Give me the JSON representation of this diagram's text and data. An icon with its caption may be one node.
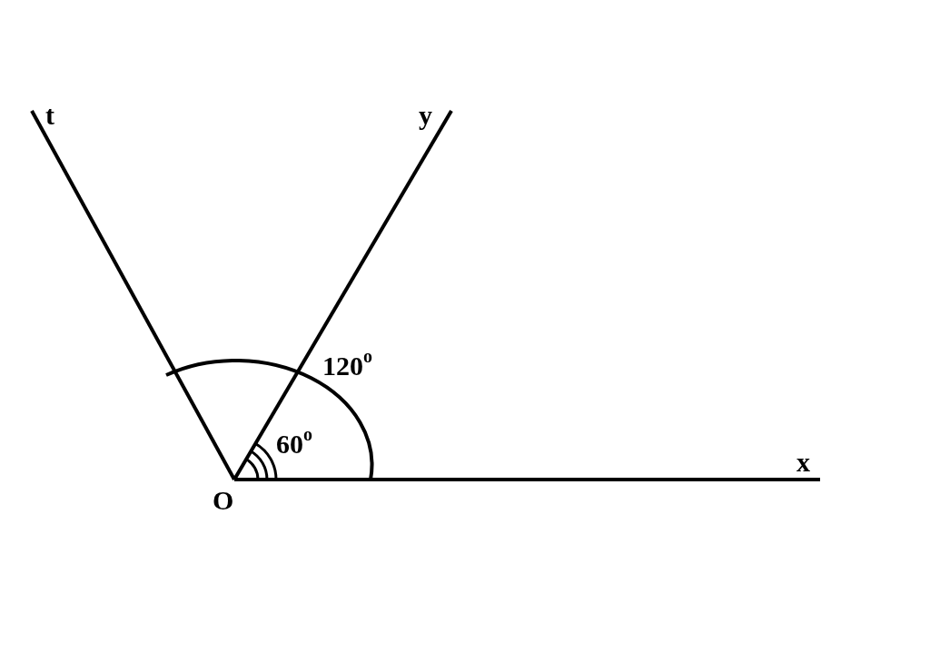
{
  "diagram": {
    "labels": [
      "t",
      "y",
      "120$^{o}$",
      "60$^{o}$",
      "x",
      "O"
    ]
  }
}
